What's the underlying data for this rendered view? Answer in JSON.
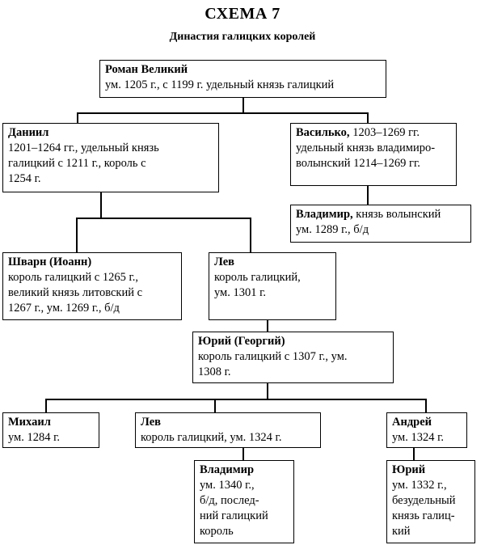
{
  "header": {
    "scheme": "СХЕМА 7",
    "title": "Династия галицких королей"
  },
  "nodes": {
    "roman": {
      "name": "Роман Великий",
      "line1": "ум. 1205 г., с 1199 г. удельный князь галицкий"
    },
    "daniil": {
      "name": "Даниил",
      "line1": "1201–1264 гг., удельный князь",
      "line2": "галицкий с 1211 г., король с",
      "line3": "1254 г."
    },
    "vasilko": {
      "name": "Василько,",
      "name_rest": " 1203–1269 гг.",
      "line1": "удельный князь владимиро-",
      "line2": "волынский 1214–1269 гг."
    },
    "vladimir_v": {
      "name": "Владимир,",
      "name_rest": " князь волынский",
      "line1": "ум. 1289 г., б/д"
    },
    "shvarn": {
      "name": "Шварн (Иоанн)",
      "line1": "король галицкий с 1265 г.,",
      "line2": "великий князь литовский с",
      "line3": "1267 г., ум. 1269 г., б/д"
    },
    "lev1": {
      "name": "Лев",
      "line1": "король галицкий,",
      "line2": "ум. 1301 г."
    },
    "yuri1": {
      "name": "Юрий (Георгий)",
      "line1": "король галицкий с 1307 г., ум.",
      "line2": "1308 г."
    },
    "mikhail": {
      "name": "Михаил",
      "line1": "ум. 1284 г."
    },
    "lev2": {
      "name": "Лев",
      "line1": "король галицкий, ум. 1324 г."
    },
    "andrei": {
      "name": "Андрей",
      "line1": "ум. 1324 г."
    },
    "vladimir2": {
      "name": "Владимир",
      "line1": "ум. 1340 г.,",
      "line2": "б/д, послед-",
      "line3": "ний галицкий",
      "line4": "король"
    },
    "yuri2": {
      "name": "Юрий",
      "line1": "ум. 1332 г.,",
      "line2": "безудельный",
      "line3": "князь галиц-",
      "line4": "кий"
    }
  }
}
